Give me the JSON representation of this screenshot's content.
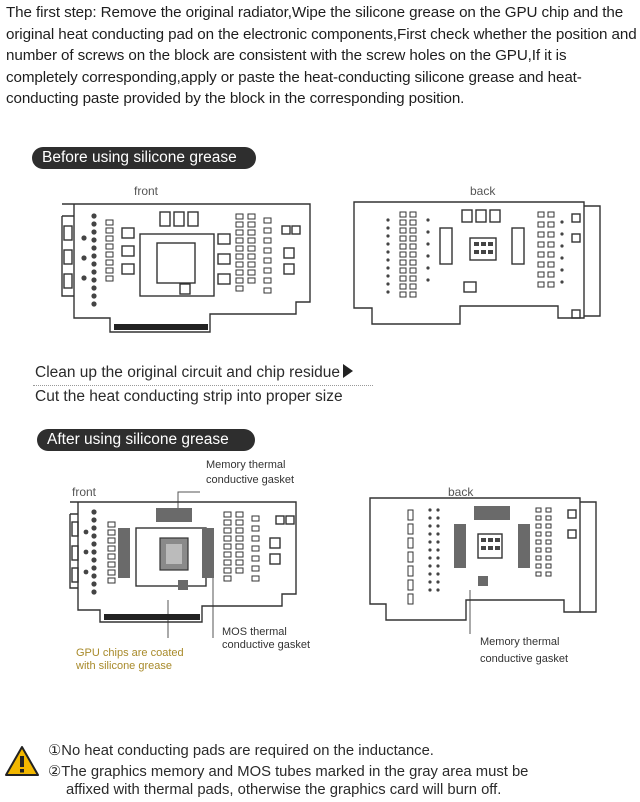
{
  "intro_text": "The first step:  Remove the original radiator,Wipe the silicone grease on the GPU chip and the original heat conducting pad on the electronic components,First check whether the position and number of screws on the block are consistent with the screw holes on the GPU,If it is completely corresponding,apply or paste the heat-conducting silicone grease and heat-conducting paste provided by the block in the corresponding position.",
  "section_before": {
    "title": "Before using silicone grease",
    "front_label": "front",
    "back_label": "back"
  },
  "steps": {
    "step1": "Clean up the original circuit and chip residue",
    "step2": "Cut the heat conducting strip into proper size"
  },
  "section_after": {
    "title": "After using silicone grease",
    "front_label": "front",
    "back_label": "back",
    "memory_note_top_line1": "Memory thermal",
    "memory_note_top_line2": "conductive gasket",
    "mos_note_line1": "MOS thermal",
    "mos_note_line2": "conductive gasket",
    "gpu_note_line1": "GPU chips are coated",
    "gpu_note_line2": "with silicone grease",
    "memory_note_back_line1": "Memory thermal",
    "memory_note_back_line2": "conductive gasket"
  },
  "warnings": {
    "line1": "①No heat conducting pads are required on the inductance.",
    "line2": "②The graphics memory and MOS tubes marked in the gray area must be",
    "line2b": "affixed with thermal pads, otherwise the graphics card will burn off."
  },
  "colors": {
    "pill_bg": "#2e2e2e",
    "gray_pad": "#6a6a6a",
    "gold_note": "#a88a2a",
    "warning_yellow": "#f2b700"
  }
}
